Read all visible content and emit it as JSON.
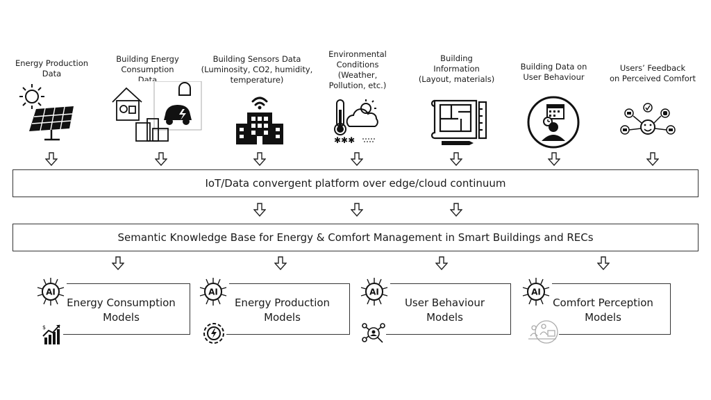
{
  "sources": [
    {
      "id": "energy-production",
      "label_lines": [
        "Energy Production",
        "Data"
      ],
      "icon": "solar-panel-sun-icon"
    },
    {
      "id": "building-energy-consumption",
      "label_lines": [
        "Building Energy",
        "Consumption",
        "Data"
      ],
      "icon": "house-ev-charger-icon"
    },
    {
      "id": "building-sensors",
      "label_lines": [
        "Building Sensors Data",
        "(Luminosity, CO2, humidity,",
        "temperature)"
      ],
      "icon": "smart-building-icon"
    },
    {
      "id": "environmental-conditions",
      "label_lines": [
        "Environmental",
        "Conditions",
        "(Weather,",
        "Pollution, etc.)"
      ],
      "icon": "thermometer-weather-icon"
    },
    {
      "id": "building-information",
      "label_lines": [
        "Building",
        "Information",
        "(Layout, materials)"
      ],
      "icon": "blueprint-icon"
    },
    {
      "id": "user-behaviour",
      "label_lines": [
        "Building Data on",
        "User Behaviour"
      ],
      "icon": "user-calendar-icon"
    },
    {
      "id": "users-feedback",
      "label_lines": [
        "Users’ Feedback",
        "on Perceived Comfort"
      ],
      "icon": "comfort-feedback-icon"
    }
  ],
  "platform_bar": {
    "label": "IoT/Data convergent platform over edge/cloud continuum"
  },
  "knowledge_bar": {
    "label": "Semantic Knowledge Base for Energy & Comfort Management in Smart Buildings and RECs"
  },
  "models": [
    {
      "id": "energy-consumption",
      "label_lines": [
        "Energy Consumption",
        "Models"
      ],
      "ai_text": "AI",
      "icon": "growth-chart-icon"
    },
    {
      "id": "energy-production",
      "label_lines": [
        "Energy Production",
        "Models"
      ],
      "ai_text": "AI",
      "icon": "energy-gear-icon"
    },
    {
      "id": "user-behaviour",
      "label_lines": [
        "User Behaviour",
        "Models"
      ],
      "ai_text": "AI",
      "icon": "user-analysis-icon"
    },
    {
      "id": "comfort-perception",
      "label_lines": [
        "Comfort Perception",
        "Models"
      ],
      "ai_text": "AI",
      "icon": "comfort-people-icon"
    }
  ]
}
